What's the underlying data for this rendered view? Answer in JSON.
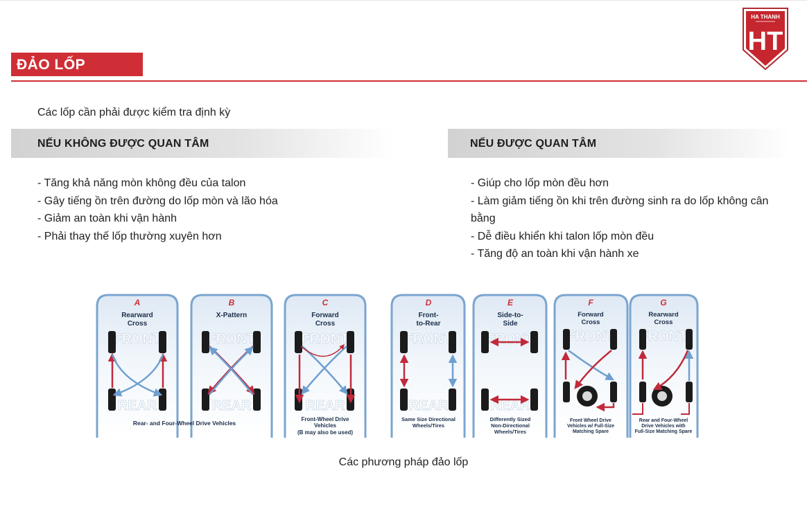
{
  "header": {
    "title": "ĐẢO LỐP",
    "logo_text": "HA THANH",
    "logo_monogram": "HT"
  },
  "intro": "Các lốp cần phải được kiểm tra định kỳ",
  "left_section": {
    "heading": "NẾU KHÔNG ĐƯỢC QUAN TÂM",
    "items": [
      "- Tăng khả năng mòn không đều của talon",
      "- Gây tiếng ồn trên đường do lốp mòn và lão hóa",
      "- Giảm an toàn khi vận hành",
      "- Phải thay thế lốp thường xuyên hơn"
    ]
  },
  "right_section": {
    "heading": "NẾU ĐƯỢC QUAN TÂM",
    "items": [
      "- Giúp cho lốp mòn đều hơn",
      "- Làm giảm tiếng ồn khi trên đường sinh ra do lốp không cân bằng",
      "- Dễ điều khiển khi talon lốp mòn đều",
      "- Tăng độ an toàn khi vận hành xe"
    ]
  },
  "diagram": {
    "front_word": "FRONT",
    "rear_word": "REAR",
    "panels": [
      {
        "letter": "A",
        "line1": "Rearward",
        "line2": "Cross"
      },
      {
        "letter": "B",
        "line1": "X-Pattern",
        "line2": ""
      },
      {
        "letter": "C",
        "line1": "Forward",
        "line2": "Cross"
      },
      {
        "letter": "D",
        "line1": "Front-",
        "line2": "to-Rear"
      },
      {
        "letter": "E",
        "line1": "Side-to-",
        "line2": "Side"
      },
      {
        "letter": "F",
        "line1": "Forward",
        "line2": "Cross"
      },
      {
        "letter": "G",
        "line1": "Rearward",
        "line2": "Cross"
      }
    ],
    "footers": {
      "ab": "Rear- and Four-Wheel Drive Vehicles",
      "c1": "Front-Wheel Drive",
      "c2": "Vehicles",
      "c3": "(B may also be used)",
      "d1": "Same Size Directional",
      "d2": "Wheels/Tires",
      "e1": "Differently Sized",
      "e2": "Non-Directional",
      "e3": "Wheels/Tires",
      "f1": "Front Wheel Drive",
      "f2": "Vehicles w/ Full-Size",
      "f3": "Matching Spare",
      "g1": "Rear and Four-Wheel",
      "g2": "Drive Vehicles with",
      "g3": "Full-Size Matching Spare"
    },
    "colors": {
      "letter": "#cf2e36",
      "arrow": "#c02a3a",
      "arrow_blue": "#6f9fd0",
      "frame": "#7aa5cf",
      "panel_top": "#dfe9f4"
    }
  },
  "caption": "Các phương pháp đảo lốp"
}
